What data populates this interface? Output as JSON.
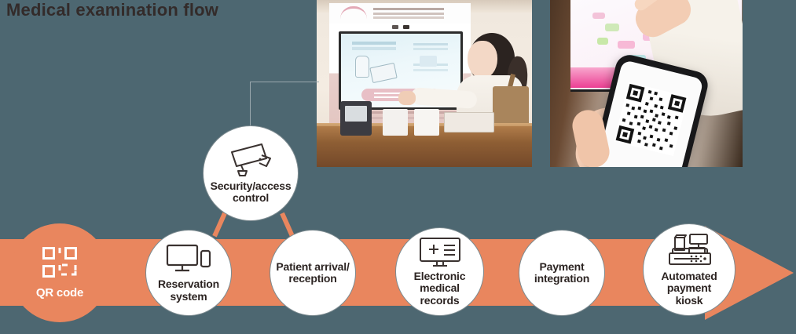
{
  "page": {
    "title": "Medical examination flow",
    "background_color": "#4d6771",
    "accent_color": "#e9865e",
    "node_text_color": "#2c2422"
  },
  "flow": {
    "direction": "left-to-right",
    "nodes": [
      {
        "id": "qr-code",
        "label": "QR code",
        "icon": "qr-code-icon",
        "style": "filled-orange",
        "on_band": true
      },
      {
        "id": "reservation-system",
        "label": "Reservation system",
        "label_lines": [
          "Reservation",
          "system"
        ],
        "icon": "monitor-and-phone-icon",
        "style": "white-circle",
        "on_band": true
      },
      {
        "id": "security-access-control",
        "label": "Security/access control",
        "label_lines": [
          "Security/access",
          "control"
        ],
        "icon": "cctv-camera-icon",
        "style": "white-circle",
        "on_band": false
      },
      {
        "id": "patient-arrival-reception",
        "label": "Patient arrival/reception",
        "label_lines": [
          "Patient arrival/",
          "reception"
        ],
        "icon": null,
        "style": "white-circle",
        "on_band": true
      },
      {
        "id": "electronic-medical-records",
        "label": "Electronic medical records",
        "label_lines": [
          "Electronic",
          "medical",
          "records"
        ],
        "icon": "medical-record-monitor-icon",
        "style": "white-circle",
        "on_band": true
      },
      {
        "id": "payment-integration",
        "label": "Payment integration",
        "label_lines": [
          "Payment",
          "integration"
        ],
        "icon": null,
        "style": "white-circle",
        "on_band": true
      },
      {
        "id": "automated-payment-kiosk",
        "label": "Automated payment kiosk",
        "label_lines": [
          "Automated",
          "payment",
          "kiosk"
        ],
        "icon": "cash-register-icon",
        "style": "white-circle",
        "on_band": true
      }
    ]
  },
  "photos": [
    {
      "id": "reception-kiosk-photo",
      "description": "Woman at a self-service reception kiosk with large touch display"
    },
    {
      "id": "qr-phone-photo",
      "description": "Hand holding a smartphone showing a QR code in front of a touchscreen"
    }
  ]
}
